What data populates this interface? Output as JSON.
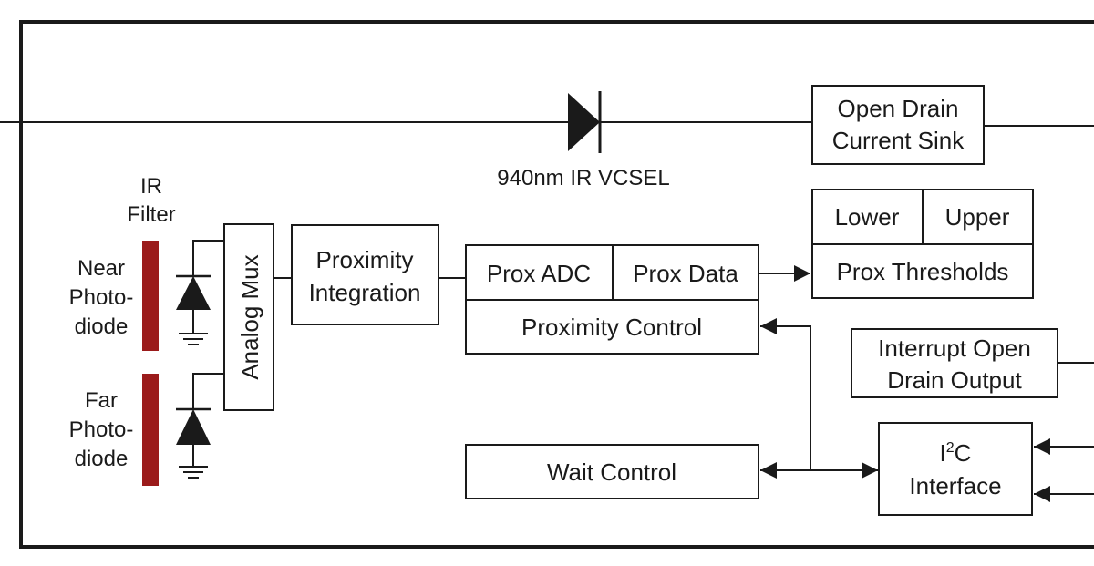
{
  "labels": {
    "vcsel": "940nm IR VCSEL",
    "open_drain_sink_line1": "Open Drain",
    "open_drain_sink_line2": "Current Sink",
    "ir_filter_line1": "IR",
    "ir_filter_line2": "Filter",
    "near_photodiode_line1": "Near",
    "near_photodiode_line2": "Photo-",
    "near_photodiode_line3": "diode",
    "far_photodiode_line1": "Far",
    "far_photodiode_line2": "Photo-",
    "far_photodiode_line3": "diode",
    "analog_mux": "Analog Mux",
    "proximity_integration_line1": "Proximity",
    "proximity_integration_line2": "Integration",
    "prox_adc": "Prox ADC",
    "prox_data": "Prox Data",
    "proximity_control": "Proximity Control",
    "lower": "Lower",
    "upper": "Upper",
    "prox_thresholds": "Prox Thresholds",
    "interrupt_line1": "Interrupt Open",
    "interrupt_line2": "Drain Output",
    "i2c_base": "I",
    "i2c_sup": "2",
    "i2c_tail": "C",
    "i2c_line2": "Interface",
    "wait_control": "Wait Control"
  },
  "colors": {
    "ink": "#1a1a1a",
    "ir_filter": "#9b1b1b",
    "background": "#ffffff"
  }
}
